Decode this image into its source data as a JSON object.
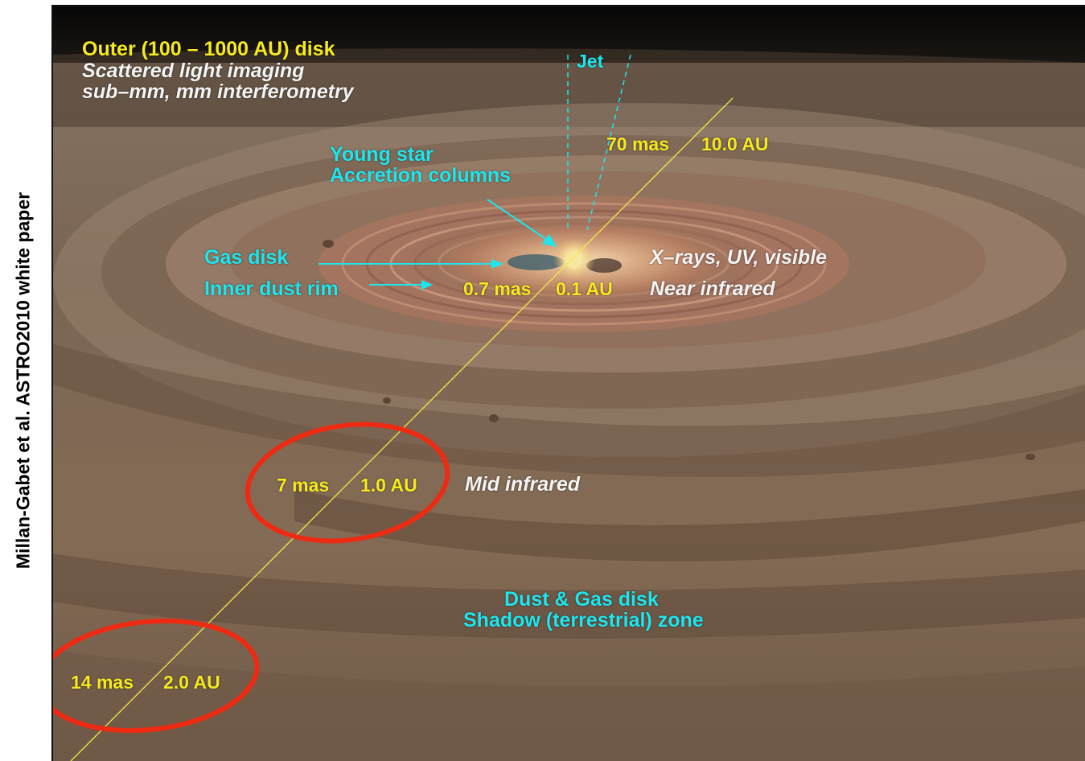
{
  "side_caption": "Millan-Gabet et al. ASTRO2010 white paper",
  "outer_disk": {
    "title": "Outer (100 – 1000 AU) disk",
    "method1": "Scattered light imaging",
    "method2": "sub–mm, mm interferometry"
  },
  "jet": "Jet",
  "young_star": {
    "line1": "Young star",
    "line2": "Accretion columns"
  },
  "scale_10au": {
    "mas": "70 mas",
    "au": "10.0 AU"
  },
  "gas_disk": "Gas disk",
  "inner_rim": "Inner dust rim",
  "scale_01au": {
    "mas": "0.7 mas",
    "au": "0.1 AU"
  },
  "xrays": "X–rays, UV, visible",
  "near_ir": "Near infrared",
  "scale_1au": {
    "mas": "7 mas",
    "au": "1.0 AU"
  },
  "mid_ir": "Mid infrared",
  "dust_gas": {
    "line1": "Dust & Gas disk",
    "line2": "Shadow (terrestrial) zone"
  },
  "scale_2au": {
    "mas": "14 mas",
    "au": "2.0 AU"
  },
  "colors": {
    "label_yellow": "#f6ea1e",
    "label_cyan": "#1ee6ee",
    "label_white": "#f4f4f4",
    "highlight_red": "#ee2a12",
    "scale_line": "#f2e84a"
  }
}
